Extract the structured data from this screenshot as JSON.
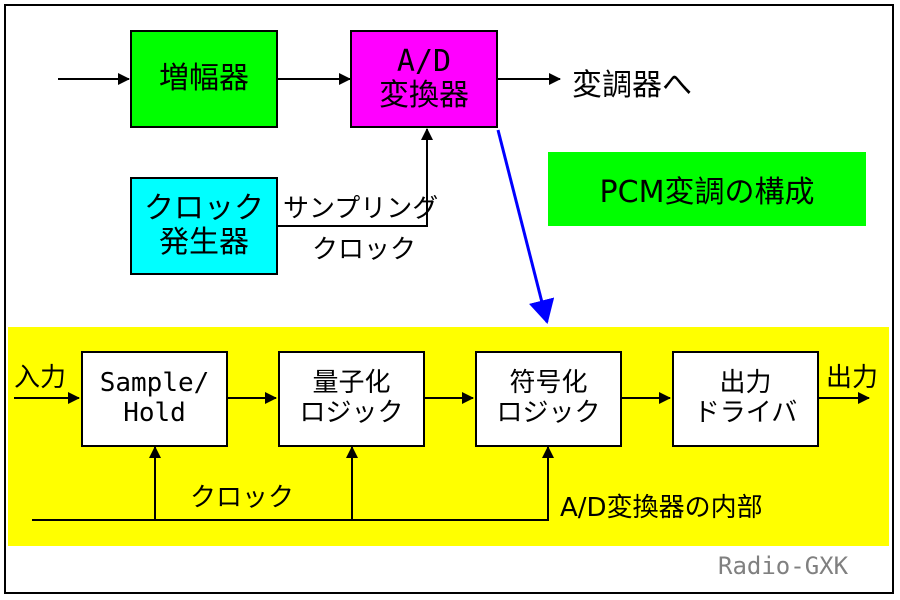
{
  "colors": {
    "amplifier": "#00ff00",
    "adc": "#ff00ff",
    "clock_gen": "#00ffff",
    "title_bg": "#00ff00",
    "inner_panel": "#ffff00",
    "blue_arrow": "#0000ff",
    "credit_text": "#808080"
  },
  "top": {
    "amplifier_label": "増幅器",
    "adc_label_line1": "A/D",
    "adc_label_line2": "変換器",
    "to_modulator": "変調器へ",
    "clock_gen_line1": "クロック",
    "clock_gen_line2": "発生器",
    "sampling_clock_line1": "サンプリング",
    "sampling_clock_line2": "クロック",
    "title": "PCM変調の構成"
  },
  "inner": {
    "input_label": "入力",
    "output_label": "出力",
    "sample_hold_line1": "Sample/",
    "sample_hold_line2": "Hold",
    "quantize_line1": "量子化",
    "quantize_line2": "ロジック",
    "encode_line1": "符号化",
    "encode_line2": "ロジック",
    "driver_line1": "出力",
    "driver_line2": "ドライバ",
    "clock_label": "クロック",
    "caption": "A/D変換器の内部"
  },
  "credit": "Radio-GXK"
}
